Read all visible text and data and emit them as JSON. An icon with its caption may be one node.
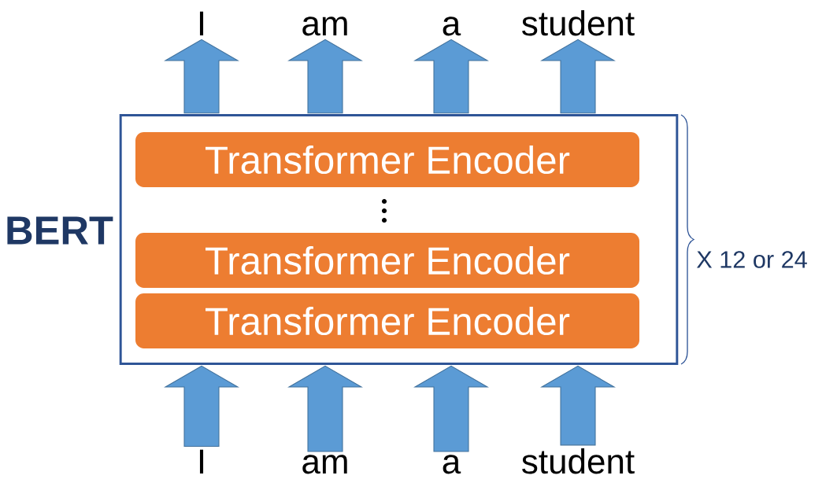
{
  "diagram": {
    "nodes": [
      {
        "text": [
          "BERT"
        ]
      },
      {
        "text": [
          "Transformer Encoder"
        ],
        "in": 0
      },
      {
        "text": [
          "Transformer Encoder"
        ],
        "in": 0
      },
      {
        "text": [
          "Transformer Encoder"
        ],
        "in": 0
      },
      {
        "text": [
          "I"
        ]
      },
      {
        "text": [
          "am"
        ]
      },
      {
        "text": [
          "a"
        ]
      },
      {
        "text": [
          "student"
        ]
      },
      {
        "text": [
          "I"
        ]
      },
      {
        "text": [
          "am"
        ]
      },
      {
        "text": [
          "a"
        ]
      },
      {
        "text": [
          "student"
        ]
      }
    ],
    "edges": [
      {
        "from": 0,
        "to": 4,
        "arrow": "to"
      },
      {
        "from": 0,
        "to": 5,
        "arrow": "to"
      },
      {
        "from": 0,
        "to": 6,
        "arrow": "to"
      },
      {
        "from": 0,
        "to": 7,
        "arrow": "to"
      },
      {
        "from": 8,
        "to": 0,
        "arrow": "to"
      },
      {
        "from": 9,
        "to": 0,
        "arrow": "to"
      },
      {
        "from": 10,
        "to": 0,
        "arrow": "to"
      },
      {
        "from": 11,
        "to": 0,
        "arrow": "to"
      }
    ],
    "labels": [
      "X 12 or 24"
    ]
  }
}
